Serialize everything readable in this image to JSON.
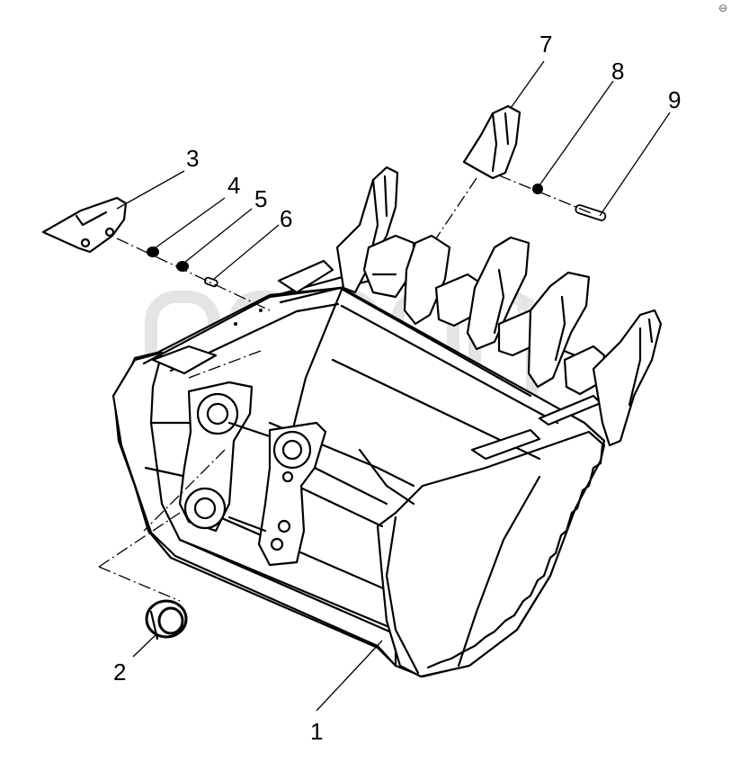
{
  "diagram": {
    "callouts": [
      {
        "id": "callout-1",
        "label": "1"
      },
      {
        "id": "callout-2",
        "label": "2"
      },
      {
        "id": "callout-3",
        "label": "3"
      },
      {
        "id": "callout-4",
        "label": "4"
      },
      {
        "id": "callout-5",
        "label": "5"
      },
      {
        "id": "callout-6",
        "label": "6"
      },
      {
        "id": "callout-7",
        "label": "7"
      },
      {
        "id": "callout-8",
        "label": "8"
      },
      {
        "id": "callout-9",
        "label": "9"
      }
    ],
    "watermark": {
      "tm": "TM"
    },
    "corner_glyph": "⊖"
  }
}
